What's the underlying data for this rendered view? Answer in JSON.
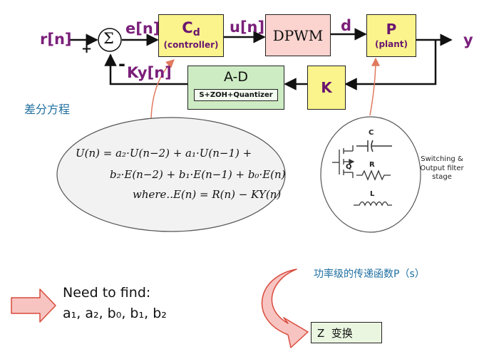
{
  "diagram": {
    "signals": {
      "input": "r[n]",
      "error": "e[n]",
      "control": "u[n]",
      "duty": "d",
      "output": "y",
      "feedback": "Ky[n]",
      "plus_sign": "+",
      "minus_sign": "-",
      "sum_symbol": "Σ"
    },
    "blocks": {
      "controller": {
        "title_main": "C",
        "title_sub": "d",
        "subtitle": "(controller)"
      },
      "dpwm": {
        "title": "DPWM"
      },
      "plant": {
        "title": "P",
        "subtitle": "(plant)"
      },
      "adc": {
        "title": "A-D",
        "inner_label": "S+ZOH+Quantizer"
      },
      "gain": {
        "title": "K"
      }
    },
    "difference_eq_label": "差分方程",
    "equation": {
      "line1": "U(n) = a₂·U(n−2) + a₁·U(n−1) +",
      "line2": "b₂·E(n−2) + b₁·E(n−1) + b₀·E(n)",
      "line3": "where..E(n) = R(n) − KY(n)"
    },
    "circuit": {
      "c_label": "C",
      "r_label": "R",
      "l_label": "L",
      "q_label": "Q",
      "stage_label": [
        "Switching &",
        "Output filter",
        "stage"
      ]
    },
    "need_to_find": {
      "title": "Need to find:",
      "coeffs": "a₁, a₂, b₀, b₁, b₂"
    },
    "plant_tf_label": "功率级的传递函数P（s）",
    "z_transform_label": "Z  变换"
  },
  "colors": {
    "signal": "#7a1f7a",
    "block_yellow": "#fbf48c",
    "block_pink": "#fbd3cf",
    "block_green": "#cdecc3",
    "arrow_fill": "#f7c4c1",
    "arrow_stroke": "#d94a3c",
    "note_blue": "#1f6fa0"
  }
}
